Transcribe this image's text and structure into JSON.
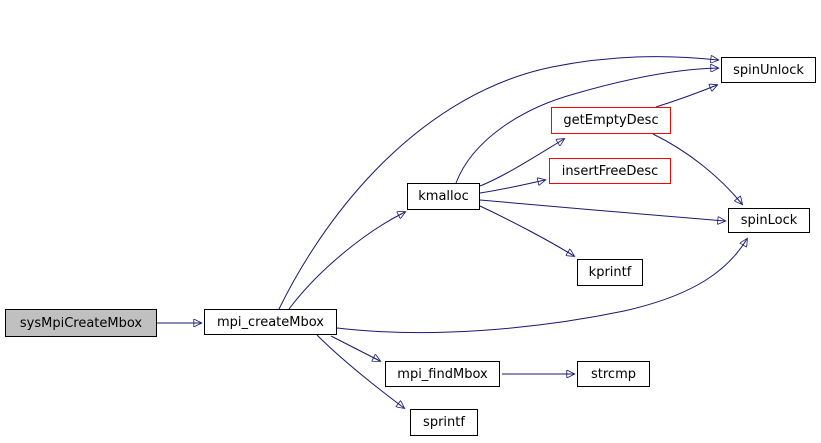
{
  "diagram": {
    "type": "call-graph",
    "edge_color": "#191970",
    "node_border_default": "#000000",
    "node_border_truncated": "#ff0000",
    "root_node_fill": "#c0c0c0",
    "node_fill": "#ffffff",
    "nodes": [
      {
        "id": "sysMpiCreateMbox",
        "label": "sysMpiCreateMbox",
        "variant": "root"
      },
      {
        "id": "mpi_createMbox",
        "label": "mpi_createMbox",
        "variant": "default"
      },
      {
        "id": "kmalloc",
        "label": "kmalloc",
        "variant": "default"
      },
      {
        "id": "getEmptyDesc",
        "label": "getEmptyDesc",
        "variant": "truncated"
      },
      {
        "id": "insertFreeDesc",
        "label": "insertFreeDesc",
        "variant": "truncated"
      },
      {
        "id": "spinUnlock",
        "label": "spinUnlock",
        "variant": "default"
      },
      {
        "id": "spinLock",
        "label": "spinLock",
        "variant": "default"
      },
      {
        "id": "kprintf",
        "label": "kprintf",
        "variant": "default"
      },
      {
        "id": "mpi_findMbox",
        "label": "mpi_findMbox",
        "variant": "default"
      },
      {
        "id": "strcmp",
        "label": "strcmp",
        "variant": "default"
      },
      {
        "id": "sprintf",
        "label": "sprintf",
        "variant": "default"
      }
    ],
    "edges": [
      {
        "from": "sysMpiCreateMbox",
        "to": "mpi_createMbox"
      },
      {
        "from": "mpi_createMbox",
        "to": "kmalloc"
      },
      {
        "from": "mpi_createMbox",
        "to": "spinUnlock"
      },
      {
        "from": "mpi_createMbox",
        "to": "spinLock"
      },
      {
        "from": "mpi_createMbox",
        "to": "mpi_findMbox"
      },
      {
        "from": "mpi_createMbox",
        "to": "sprintf"
      },
      {
        "from": "kmalloc",
        "to": "getEmptyDesc"
      },
      {
        "from": "kmalloc",
        "to": "insertFreeDesc"
      },
      {
        "from": "kmalloc",
        "to": "spinUnlock"
      },
      {
        "from": "kmalloc",
        "to": "spinLock"
      },
      {
        "from": "kmalloc",
        "to": "kprintf"
      },
      {
        "from": "getEmptyDesc",
        "to": "spinUnlock"
      },
      {
        "from": "getEmptyDesc",
        "to": "spinLock"
      },
      {
        "from": "mpi_findMbox",
        "to": "strcmp"
      }
    ]
  }
}
